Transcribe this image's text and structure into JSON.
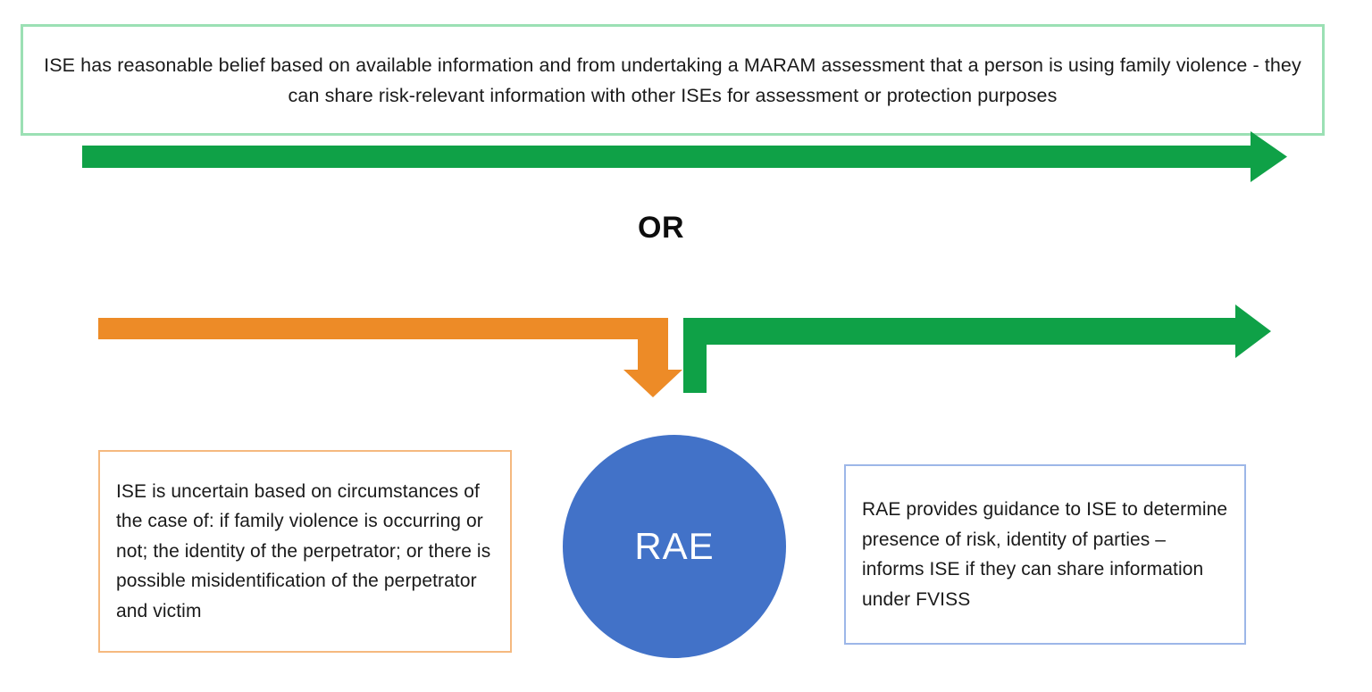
{
  "diagram": {
    "title_box": {
      "text": "ISE has reasonable belief based on available information and from undertaking a MARAM assessment that a person is using family violence - they can share risk-relevant information with other ISEs for assessment or protection purposes",
      "border_color": "#9BE0B4"
    },
    "connector_label": {
      "text": "OR"
    },
    "arrows": {
      "top_green": {
        "name": "green-straight-arrow",
        "color": "#0FA147",
        "direction": "right"
      },
      "orange_elbow": {
        "name": "orange-elbow-arrow",
        "color": "#ED8B27",
        "direction": "right-then-down"
      },
      "green_elbow": {
        "name": "green-elbow-arrow",
        "color": "#0FA147",
        "direction": "up-then-right"
      }
    },
    "node": {
      "label": "RAE",
      "fill_color": "#4272C8",
      "text_color": "#FFFFFF"
    },
    "boxes": [
      {
        "id": "uncertain",
        "text": "ISE is uncertain based on circumstances of the case of: if family violence is occurring or not; the identity of the perpetrator; or there is possible misidentification of the perpetrator and victim",
        "border_color": "#F5B97F"
      },
      {
        "id": "rae-guidance",
        "text": "RAE provides guidance to ISE to determine presence of risk, identity of parties – informs ISE if they can share information under FVISS",
        "border_color": "#9DB7E8"
      }
    ]
  }
}
